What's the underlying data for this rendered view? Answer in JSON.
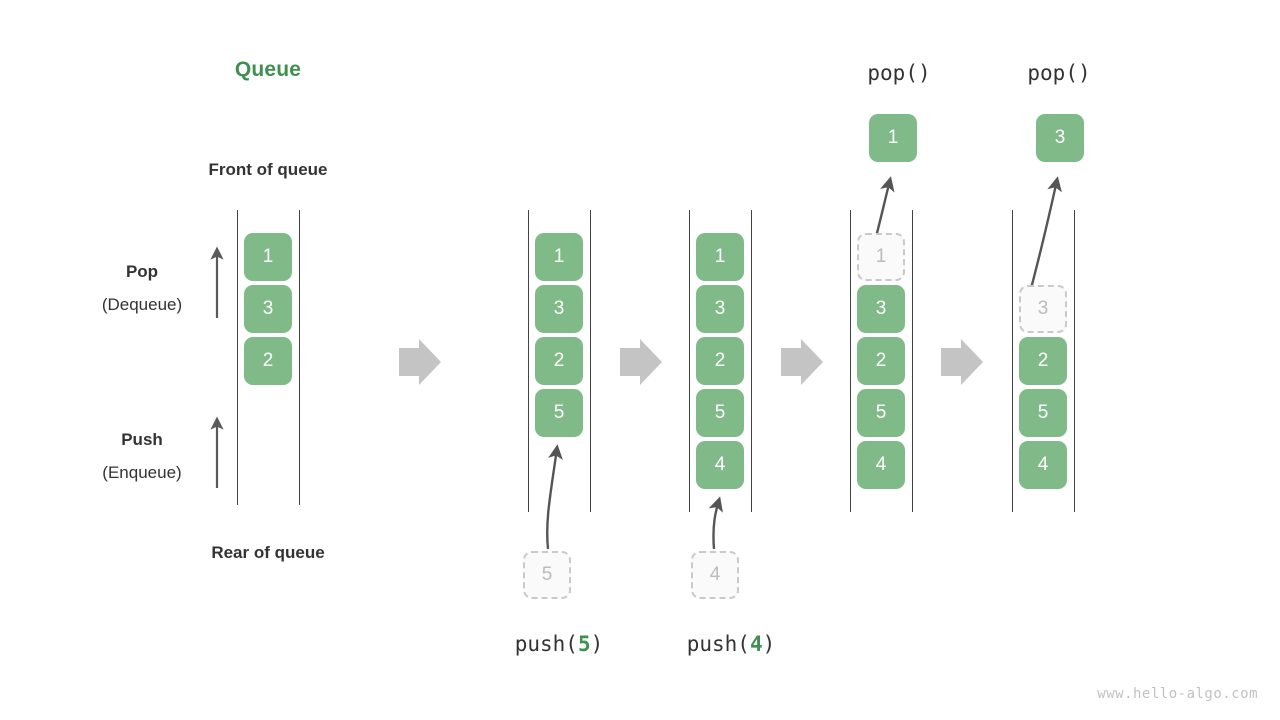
{
  "diagram": {
    "title": "Queue",
    "title_color": "#3f8f4f",
    "cell_color": "#7fba88",
    "ghost_color": "#fafafa",
    "ghost_border_color": "#c9c9c9",
    "arrow_color": "#555555",
    "step_arrow_color": "#c4c4c4",
    "rail_color": "#444444",
    "watermark": "www.hello-algo.com"
  },
  "labels": {
    "front_of_queue": "Front of queue",
    "rear_of_queue": "Rear of queue",
    "pop_word": "Pop",
    "pop_paren": "(Dequeue)",
    "push_word": "Push",
    "push_paren": "(Enqueue)"
  },
  "captions": {
    "push5_prefix": "push(",
    "push5_value": "5",
    "push5_suffix": ")",
    "push4_prefix": "push(",
    "push4_value": "4",
    "push4_suffix": ")",
    "pop1": "pop()",
    "pop2": "pop()"
  },
  "stages": [
    {
      "name": "initial",
      "cells": [
        "1",
        "3",
        "2"
      ],
      "ghost_in": null,
      "ghost_out": null,
      "popped": null
    },
    {
      "name": "after-push-5",
      "cells": [
        "1",
        "3",
        "2",
        "5"
      ],
      "ghost_in": "5",
      "ghost_out": null,
      "popped": null
    },
    {
      "name": "after-push-4",
      "cells": [
        "1",
        "3",
        "2",
        "5",
        "4"
      ],
      "ghost_in": "4",
      "ghost_out": null,
      "popped": null
    },
    {
      "name": "after-pop-1",
      "cells": [
        "3",
        "2",
        "5",
        "4"
      ],
      "ghost_in": null,
      "ghost_out": "1",
      "popped": "1"
    },
    {
      "name": "after-pop-3",
      "cells": [
        "2",
        "5",
        "4"
      ],
      "ghost_in": null,
      "ghost_out": "3",
      "popped": "3"
    }
  ]
}
